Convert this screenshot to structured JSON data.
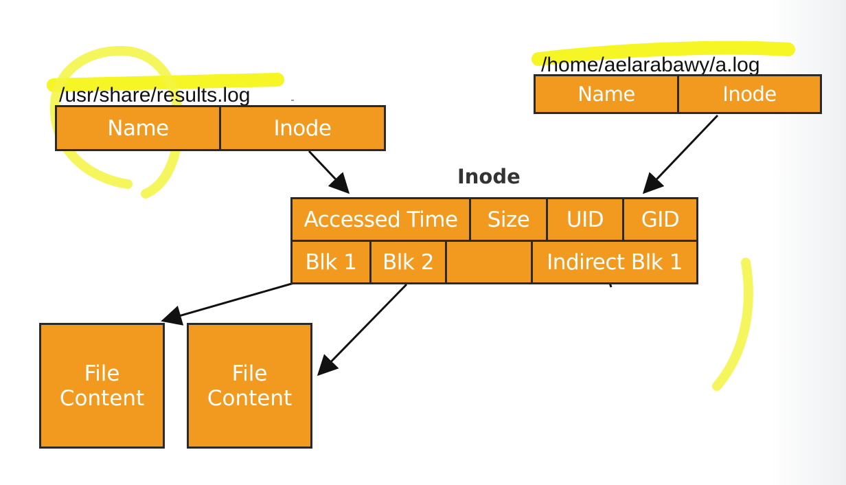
{
  "left_entry": {
    "path": "/usr/share/results.log",
    "name_label": "Name",
    "inode_label": "Inode"
  },
  "right_entry": {
    "path": "/home/aelarabawy/a.log",
    "name_label": "Name",
    "inode_label": "Inode"
  },
  "inode": {
    "heading": "Inode",
    "row1": [
      "Accessed Time",
      "Size",
      "UID",
      "GID"
    ],
    "row2": [
      "Blk 1",
      "Blk 2",
      "",
      "Indirect Blk 1"
    ]
  },
  "file_content": [
    {
      "line1": "File",
      "line2": "Content"
    },
    {
      "line1": "File",
      "line2": "Content"
    }
  ],
  "colors": {
    "cell_fill": "#f29a1f",
    "border": "#2a2a2a",
    "highlight": "#f5f500"
  }
}
